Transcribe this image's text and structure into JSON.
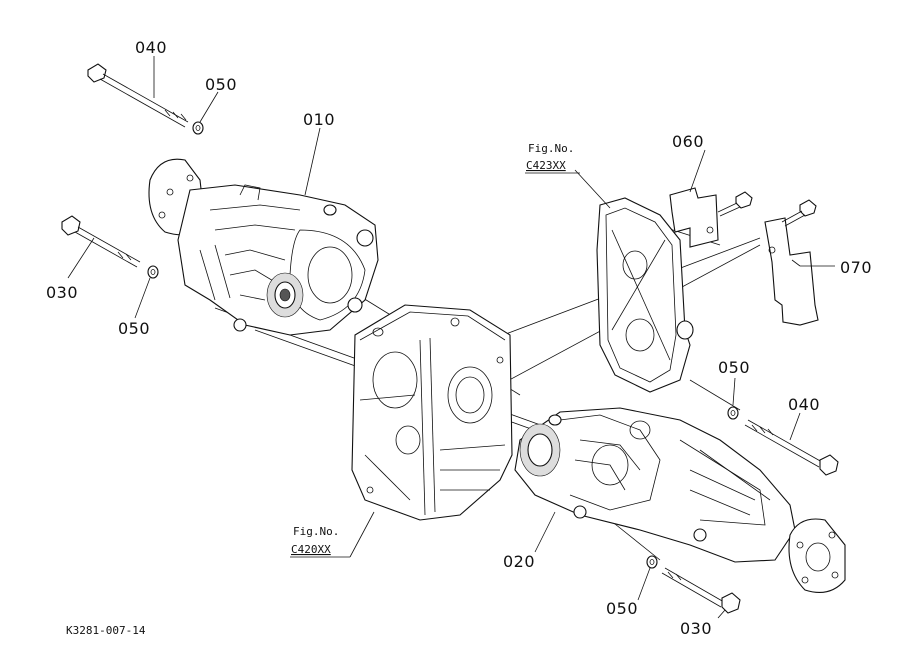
{
  "diagram": {
    "drawing_code": "K3281-007-14",
    "callouts": {
      "c040_top": "040",
      "c050_top": "050",
      "c010": "010",
      "c030_left": "030",
      "c050_left": "050",
      "c060": "060",
      "c070": "070",
      "c050_right": "050",
      "c040_right": "040",
      "c020": "020",
      "c050_bottom": "050",
      "c030_bottom": "030"
    },
    "figure_refs": {
      "upper": {
        "label": "Fig.No.",
        "number": "C423XX"
      },
      "lower": {
        "label": "Fig.No.",
        "number": "C420XX"
      }
    }
  }
}
